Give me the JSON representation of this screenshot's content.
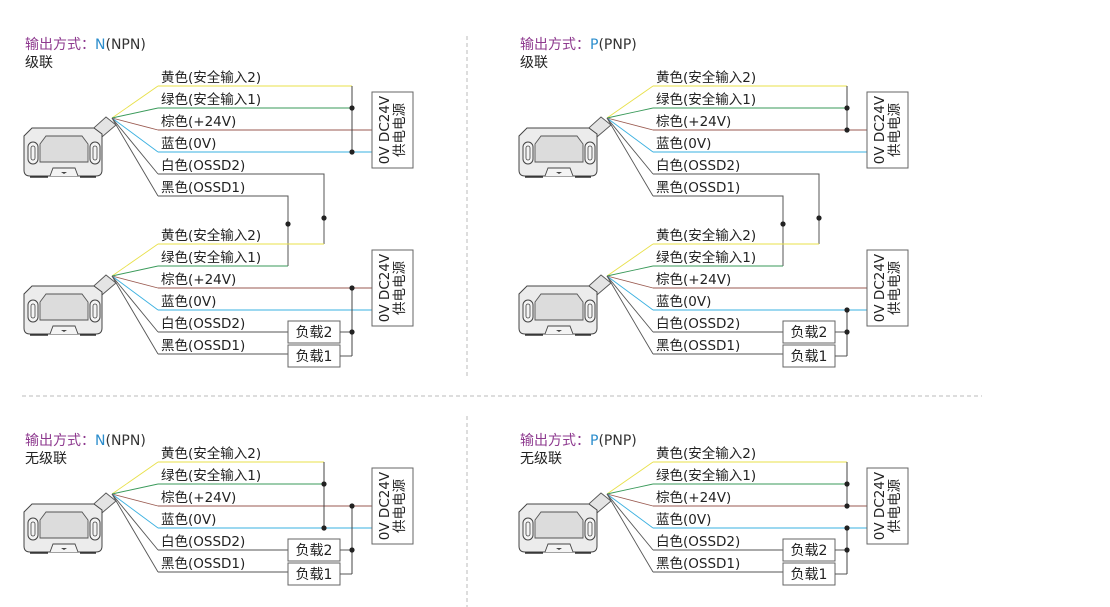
{
  "diagrams": [
    {
      "id": "npn-cascade",
      "title_prefix": "输出方式：",
      "title_code": "N",
      "title_suffix": "(NPN)",
      "subtitle": "级联",
      "output_type": "NPN",
      "cascade": true
    },
    {
      "id": "pnp-cascade",
      "title_prefix": "输出方式：",
      "title_code": "P",
      "title_suffix": "(PNP)",
      "subtitle": "级联",
      "output_type": "PNP",
      "cascade": true
    },
    {
      "id": "npn-no-cascade",
      "title_prefix": "输出方式：",
      "title_code": "N",
      "title_suffix": "(NPN)",
      "subtitle": "无级联",
      "output_type": "NPN",
      "cascade": false
    },
    {
      "id": "pnp-no-cascade",
      "title_prefix": "输出方式：",
      "title_code": "P",
      "title_suffix": "(PNP)",
      "subtitle": "无级联",
      "output_type": "PNP",
      "cascade": false
    }
  ],
  "wires": [
    {
      "key": "yellow",
      "label": "黄色(安全输入2)",
      "color": "#e8e04a"
    },
    {
      "key": "green",
      "label": "绿色(安全输入1)",
      "color": "#3a9a5a"
    },
    {
      "key": "brown",
      "label": "棕色(+24V)",
      "color": "#9a5a50"
    },
    {
      "key": "blue",
      "label": "蓝色(0V)",
      "color": "#3ab0e0"
    },
    {
      "key": "white",
      "label": "白色(OSSD2)",
      "color": "#555555"
    },
    {
      "key": "black",
      "label": "黑色(OSSD1)",
      "color": "#555555"
    }
  ],
  "power_supply": {
    "line1": "0V  DC24V",
    "line2": "供电电源"
  },
  "loads": {
    "load2": "负载2",
    "load1": "负载1"
  },
  "colors": {
    "title": "#8e3a8f",
    "code": "#2a8ccc",
    "divider": "#bbbbbb",
    "wire": "#555555"
  }
}
